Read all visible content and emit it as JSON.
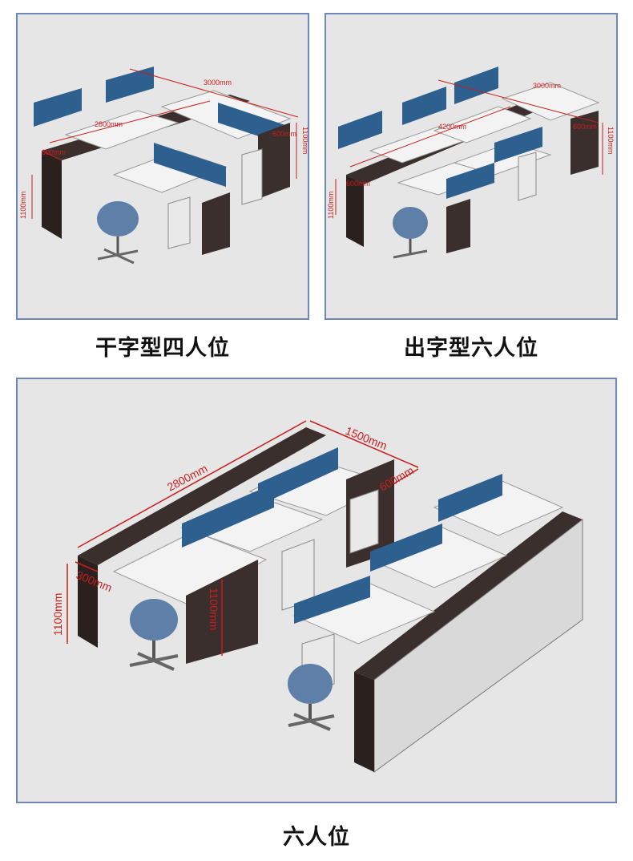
{
  "panels": [
    {
      "caption": "干字型四人位",
      "dims": {
        "length": "3000mm",
        "middle": "2800mm",
        "depth_left": "600mm",
        "depth_right": "600mm",
        "height_left": "1100mm",
        "height_right": "1100mm"
      }
    },
    {
      "caption": "出字型六人位",
      "dims": {
        "length": "3000mm",
        "middle": "4200mm",
        "depth_left": "600mm",
        "depth_right": "600mm",
        "height_left": "1100mm",
        "height_right": "1100mm"
      }
    },
    {
      "caption": "六人位",
      "dims": {
        "length_top": "1500mm",
        "length_main": "2800mm",
        "depth_top": "600mm",
        "depth_left": "300mm",
        "height_left": "1100mm",
        "height_right": "1100mm"
      }
    }
  ],
  "colors": {
    "frame": "#6f86b8",
    "background": "#e6e6e6",
    "dimension": "#c81e1e",
    "cabinet_dark": "#3a2f2c",
    "panel_blue": "#2d5f8f"
  }
}
